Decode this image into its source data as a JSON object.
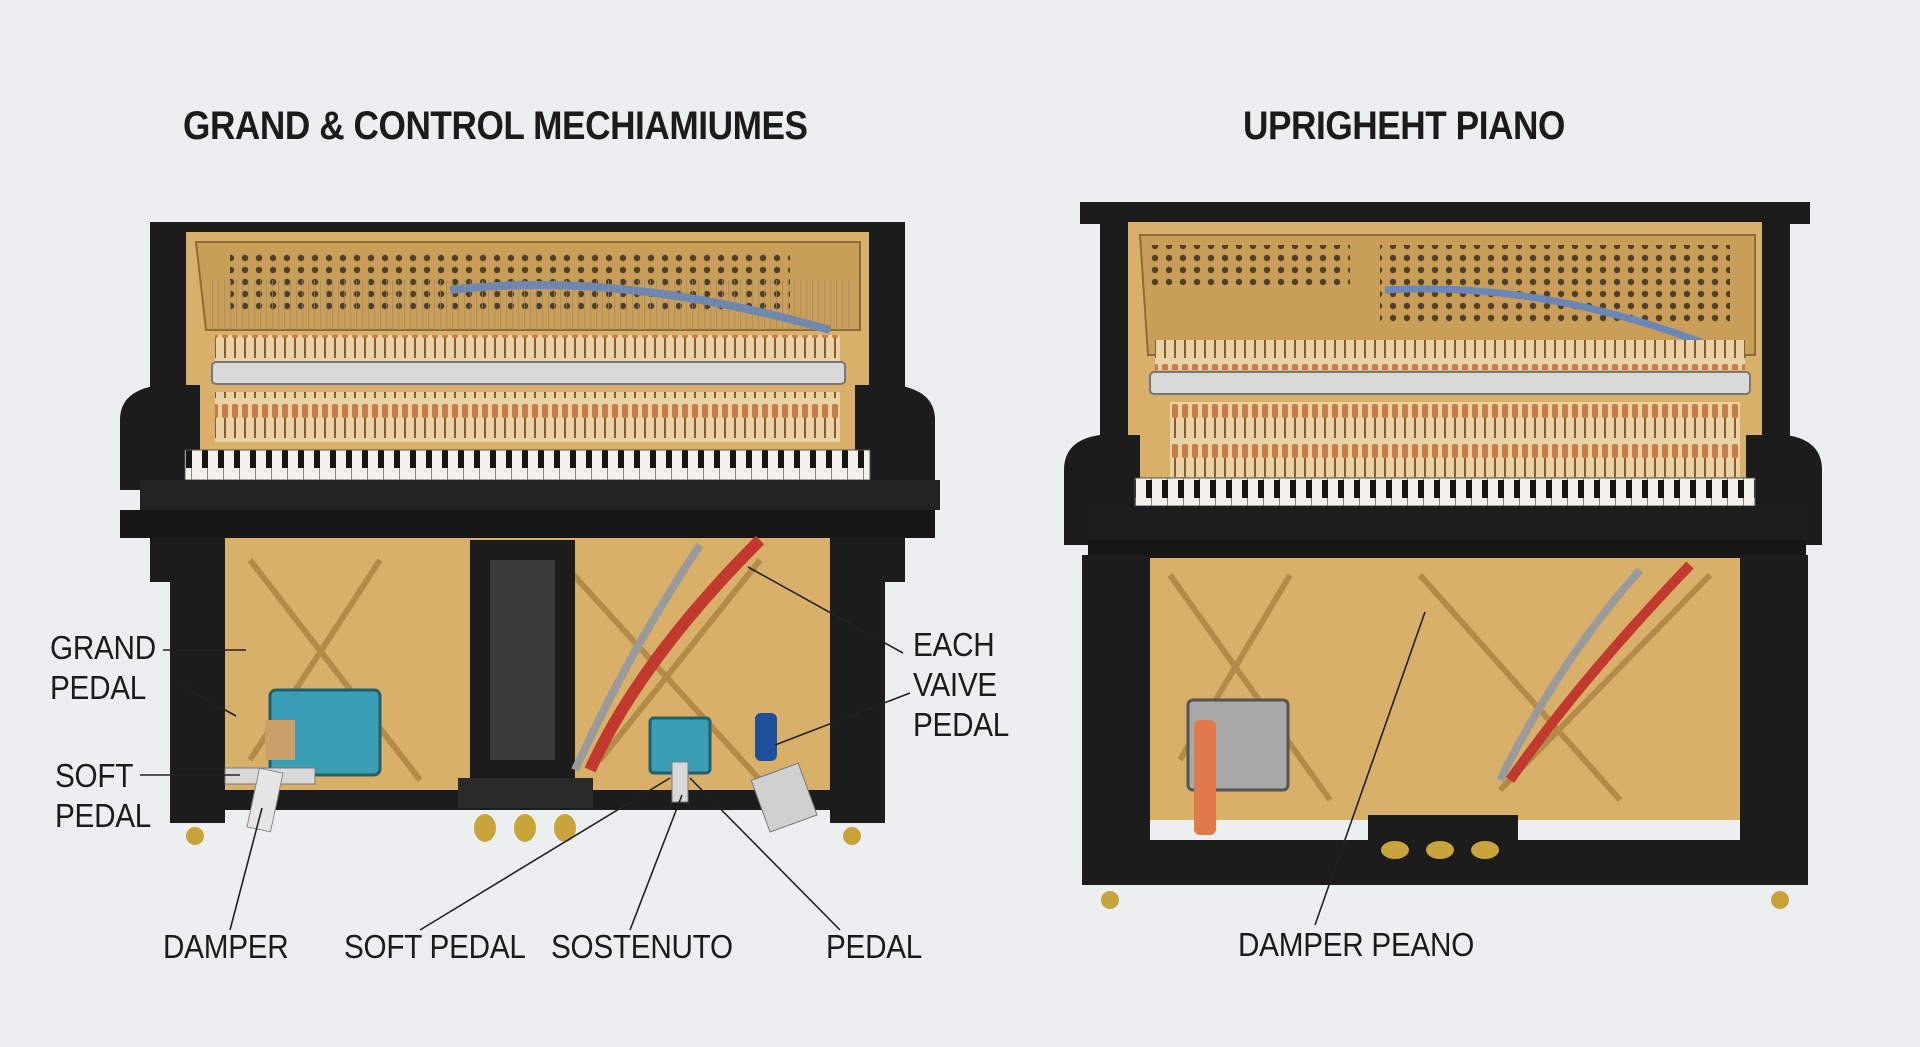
{
  "titles": {
    "left": "GRAND & CONTROL MECHIAMIUMES",
    "right": "UPRIGHEHT PIANO"
  },
  "labels": {
    "grand_pedal": "GRAND\nPEDAL",
    "soft_pedal_side": "SOFT\nPEDAL",
    "each_valve_pedal": "EACH\nVAIVE\nPEDAL",
    "damper": "DAMPER",
    "soft_pedal": "SOFT PEDAL",
    "sostenuto": "SOSTENUTO",
    "pedal": "PEDAL",
    "damper_peano": "DAMPER PEANO"
  },
  "colors": {
    "background": "#eceff0",
    "case": "#1c1c1c",
    "soundboard": "#d9b06a",
    "plate": "#c79d55",
    "action_felt": "#c98a55",
    "brass": "#c9a43a",
    "red_mechanism": "#c23a2e",
    "teal_block": "#3a9fb4"
  }
}
